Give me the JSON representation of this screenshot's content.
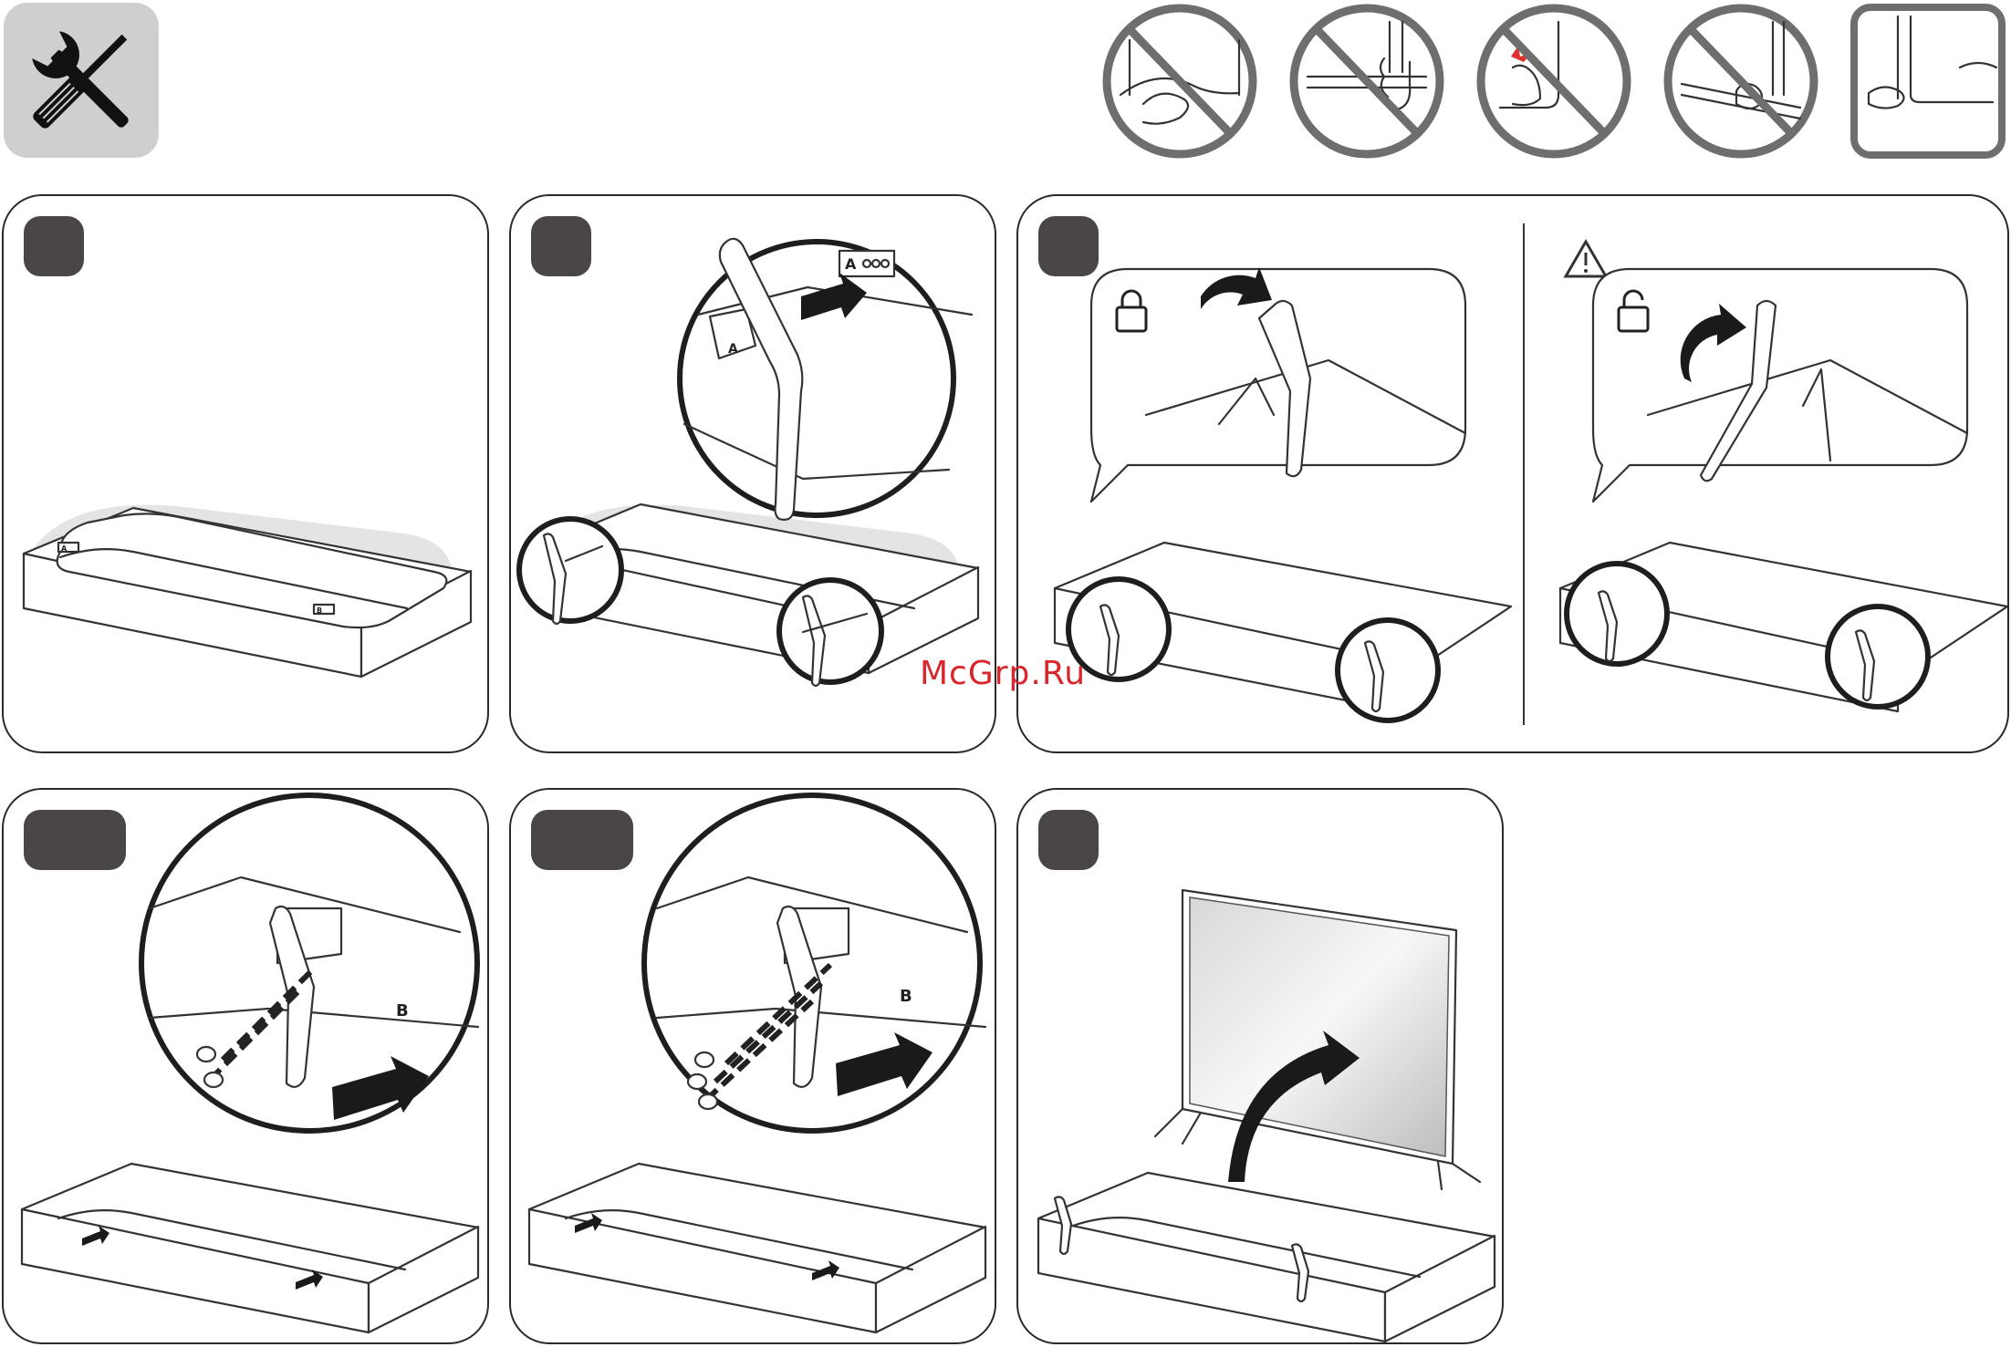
{
  "header": {
    "tools_icon": "screwdriver-wrench-icon",
    "handling_icons": [
      {
        "name": "no-grip-screen-bottom-icon",
        "allowed": false
      },
      {
        "name": "no-hold-screen-edge-icon",
        "allowed": false
      },
      {
        "name": "no-press-screen-icon",
        "allowed": false
      },
      {
        "name": "no-hold-panel-icon",
        "allowed": false
      },
      {
        "name": "hold-frame-correctly-icon",
        "allowed": true
      }
    ]
  },
  "steps": [
    {
      "id": "step-1",
      "badge": ""
    },
    {
      "id": "step-2",
      "badge": ""
    },
    {
      "id": "step-3",
      "badge": "",
      "left_state": "lock-icon",
      "right_state": "unlock-icon",
      "right_warning": "caution-triangle-icon"
    },
    {
      "id": "step-4",
      "badge": ""
    },
    {
      "id": "step-5",
      "badge": ""
    },
    {
      "id": "step-6",
      "badge": ""
    }
  ],
  "labels": {
    "stand_a": "A",
    "stand_b": "B"
  },
  "watermark": "McGrp.Ru",
  "colors": {
    "badge": "#4a4546",
    "tool_bg": "#cfcfcf",
    "warn_ring": "#6e6e6e",
    "watermark": "#d9262c"
  }
}
